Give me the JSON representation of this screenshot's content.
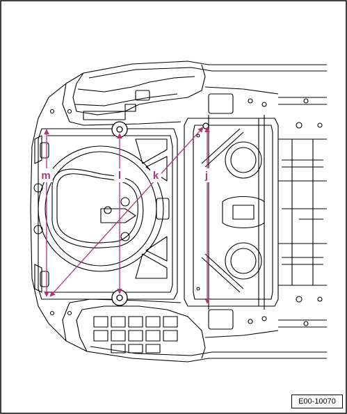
{
  "figure_ref": "E00-10070",
  "dimension_labels": {
    "j": "j",
    "k": "k",
    "l": "l",
    "m": "m"
  },
  "colors": {
    "line": "#000000",
    "accent": "#b0337a",
    "background": "#ffffff"
  }
}
